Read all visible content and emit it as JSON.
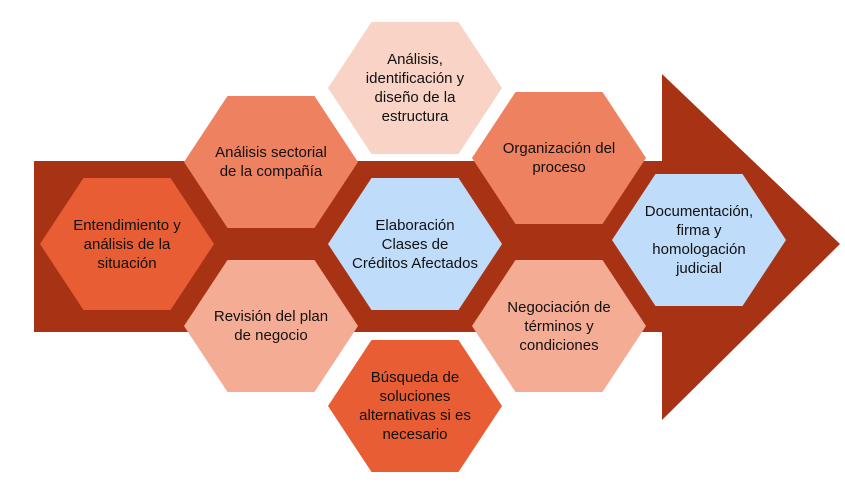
{
  "colors": {
    "arrow": "#a83314",
    "hex_red": "#e85d33",
    "hex_mid": "#ee8160",
    "hex_light": "#f5ac94",
    "hex_pale": "#f8d3c6",
    "hex_blue": "#bfdcfa"
  },
  "steps": [
    {
      "label": "Entendimiento y análisis de la situación"
    },
    {
      "label": "Análisis sectorial de la compañía"
    },
    {
      "label": "Revisión del plan de negocio"
    },
    {
      "label": "Análisis, identificación y diseño de la estructura"
    },
    {
      "label": "Elaboración Clases de Créditos Afectados"
    },
    {
      "label": "Búsqueda de soluciones alternativas si es necesario"
    },
    {
      "label": "Organización del proceso"
    },
    {
      "label": "Negociación de términos y condiciones"
    },
    {
      "label": "Documentación, firma y homologación judicial"
    }
  ]
}
